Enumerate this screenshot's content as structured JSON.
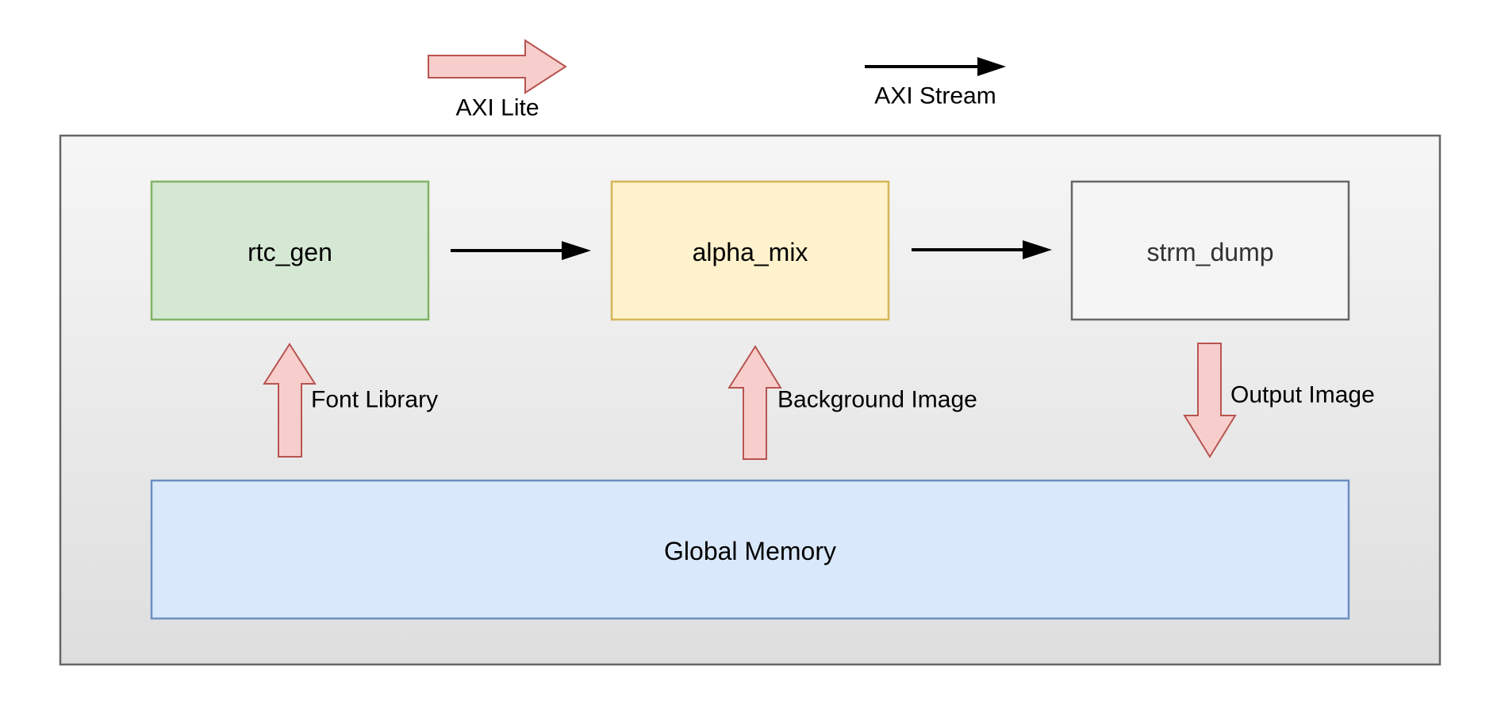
{
  "diagram": {
    "legend": {
      "axi_lite_label": "AXI Lite",
      "axi_stream_label": "AXI Stream"
    },
    "blocks": {
      "rtc_gen": "rtc_gen",
      "alpha_mix": "alpha_mix",
      "strm_dump": "strm_dump",
      "global_memory": "Global Memory"
    },
    "links": {
      "font_library": "Font Library",
      "background_image": "Background Image",
      "output_image": "Output Image"
    },
    "colors": {
      "container_fill_top": "#f6f6f6",
      "container_fill_bottom": "#dedede",
      "container_stroke": "#666666",
      "rtc_gen_fill": "#d5e8d4",
      "rtc_gen_stroke": "#82b366",
      "alpha_mix_fill": "#fff2cc",
      "alpha_mix_stroke": "#d6b656",
      "strm_dump_fill": "#f5f5f5",
      "strm_dump_stroke": "#666666",
      "global_memory_fill": "#dae8fc",
      "global_memory_stroke": "#6c8ebf",
      "axi_lite_arrow_fill": "#f8cecc",
      "axi_lite_arrow_stroke": "#b85450",
      "axi_stream_arrow": "#000000"
    }
  }
}
